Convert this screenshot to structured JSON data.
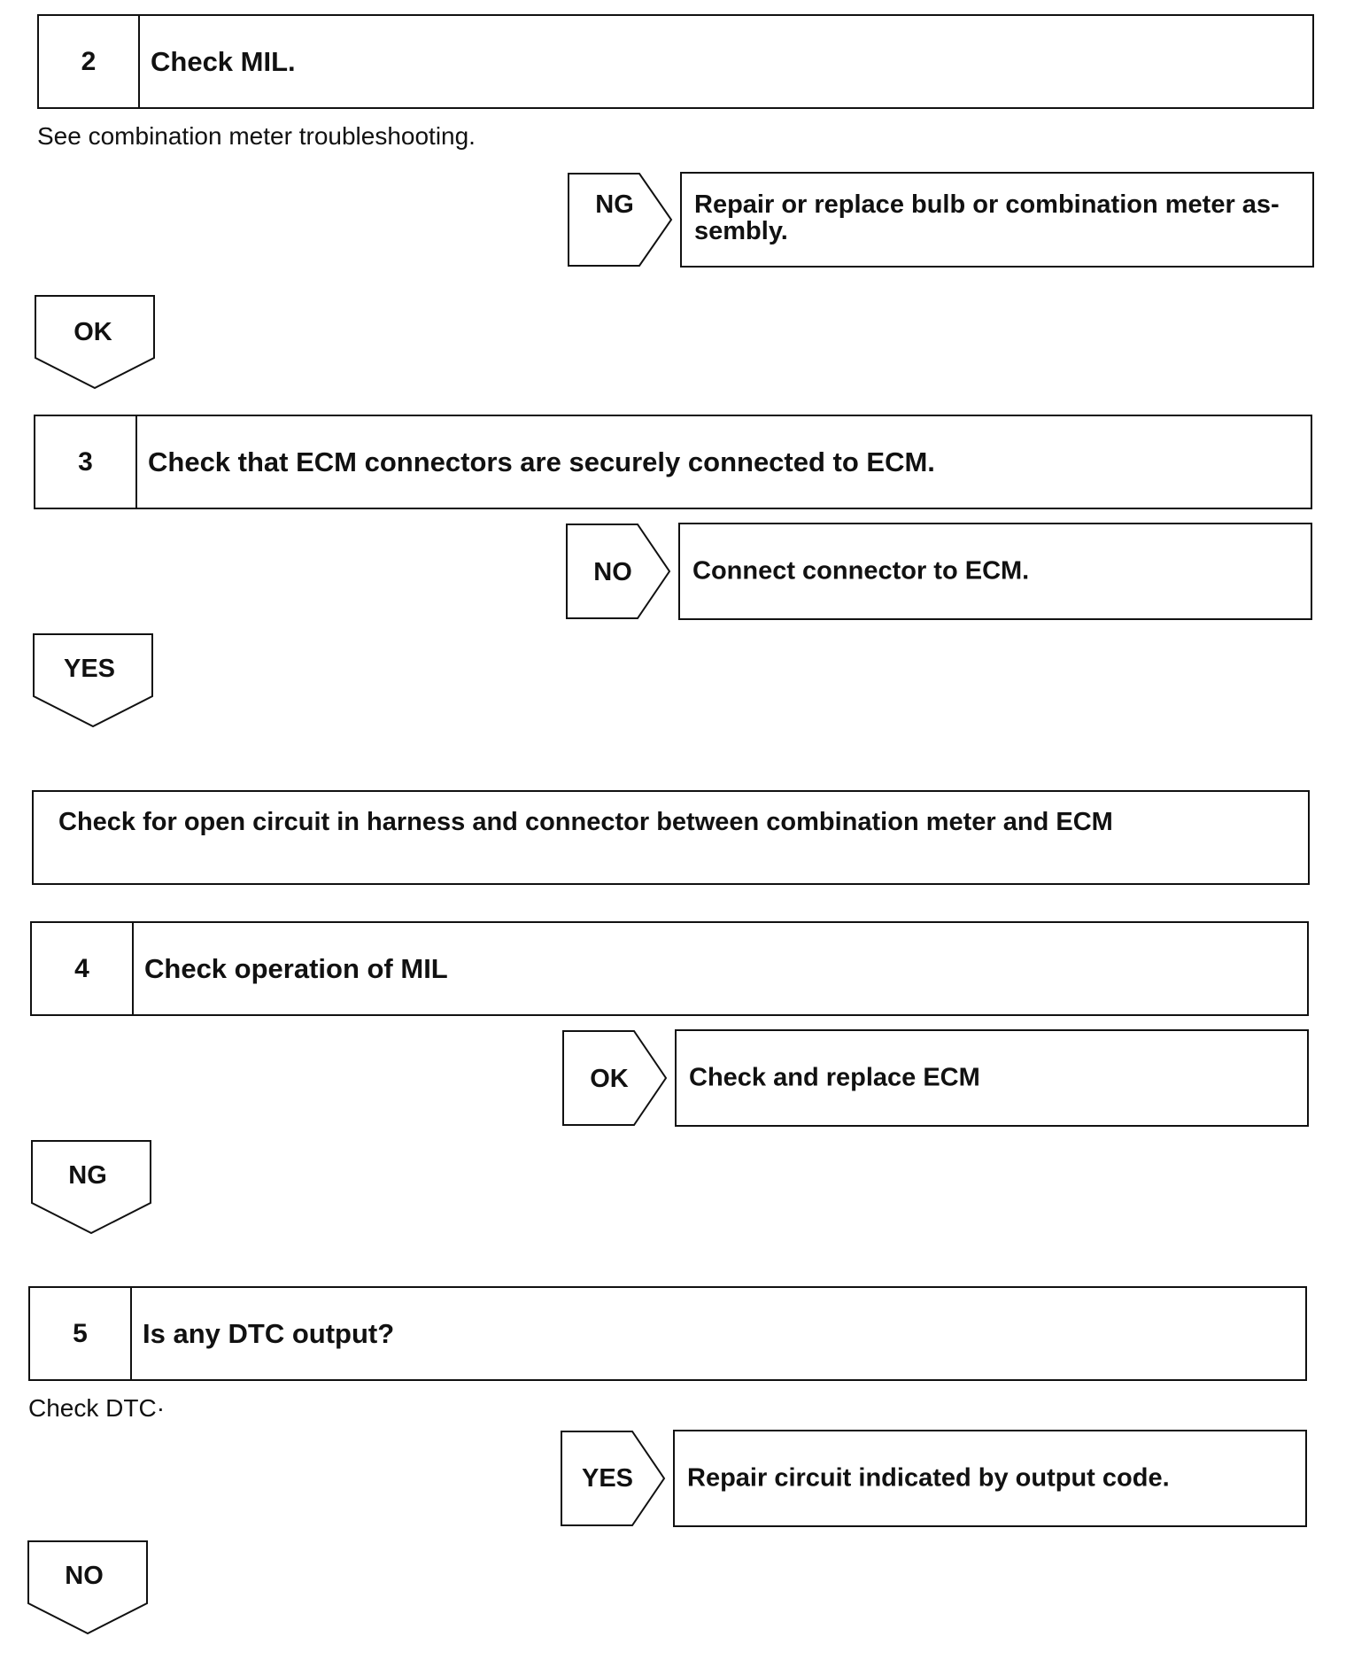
{
  "steps": [
    {
      "number": "2",
      "title": "Check MIL."
    },
    {
      "number": "3",
      "title": "Check that ECM connectors are securely connected to ECM."
    },
    {
      "number": "4",
      "title": "Check operation of MIL"
    },
    {
      "number": "5",
      "title": "Is any DTC output?"
    }
  ],
  "notes": {
    "step2": "See combination meter troubleshooting.",
    "step5": "Check DTC·"
  },
  "branches": {
    "step2_side_label": "NG",
    "step2_side_result_line1": "Repair or replace bulb or combination meter as-",
    "step2_side_result_line2": "sembly.",
    "step2_down_label": "OK",
    "step3_side_label": "NO",
    "step3_side_result": "Connect connector to ECM.",
    "step3_down_label": "YES",
    "step4_side_label": "OK",
    "step4_side_result": "Check and replace ECM",
    "step4_down_label": "NG",
    "step5_side_label": "YES",
    "step5_side_result": "Repair circuit indicated by output code.",
    "step5_down_label": "NO"
  },
  "intermediate_check": "Check for open circuit in harness and connector between combination meter and ECM"
}
